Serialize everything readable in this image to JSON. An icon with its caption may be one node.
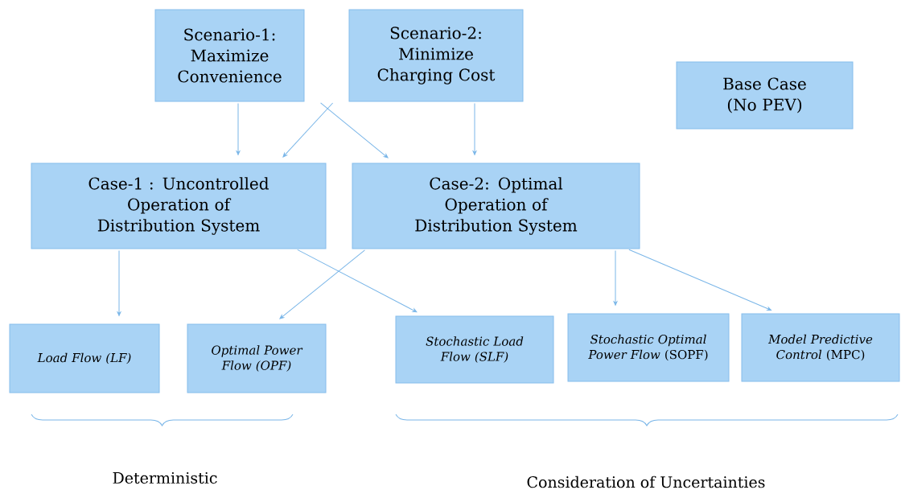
{
  "diagram": {
    "nodes": [
      {
        "text": [
          "Scenario-1: Maximize Convenience"
        ]
      },
      {
        "text": [
          "Scenario-2: Minimize Charging Cost"
        ]
      },
      {
        "text": [
          "Base Case (No PEV)"
        ]
      },
      {
        "text": [
          "Case-1 : Uncontrolled Operation of Distribution System"
        ]
      },
      {
        "text": [
          "Case-2: Optimal Operation of Distribution System"
        ]
      },
      {
        "text": [
          "Load Flow (LF)"
        ]
      },
      {
        "text": [
          "Optimal Power Flow (OPF)"
        ]
      },
      {
        "text": [
          "Stochastic Load Flow (SLF)"
        ]
      },
      {
        "text": [
          "*Stochastic Optimal Power Flow* (SOPF)"
        ]
      },
      {
        "text": [
          "*Model Predictive Control* (MPC)"
        ]
      }
    ],
    "edges": [
      {
        "from": 0,
        "to": 3,
        "arrow": "to"
      },
      {
        "from": 1,
        "to": 3,
        "arrow": "to"
      },
      {
        "from": 0,
        "to": 4,
        "arrow": "to"
      },
      {
        "from": 1,
        "to": 4,
        "arrow": "to"
      },
      {
        "from": 3,
        "to": 5,
        "arrow": "to"
      },
      {
        "from": 4,
        "to": 6,
        "arrow": "to"
      },
      {
        "from": 3,
        "to": 7,
        "arrow": "to"
      },
      {
        "from": 4,
        "to": 8,
        "arrow": "to"
      },
      {
        "from": 4,
        "to": 9,
        "arrow": "to"
      }
    ],
    "labels": [
      "Deterministic",
      "Consideration of Uncertainties"
    ]
  }
}
